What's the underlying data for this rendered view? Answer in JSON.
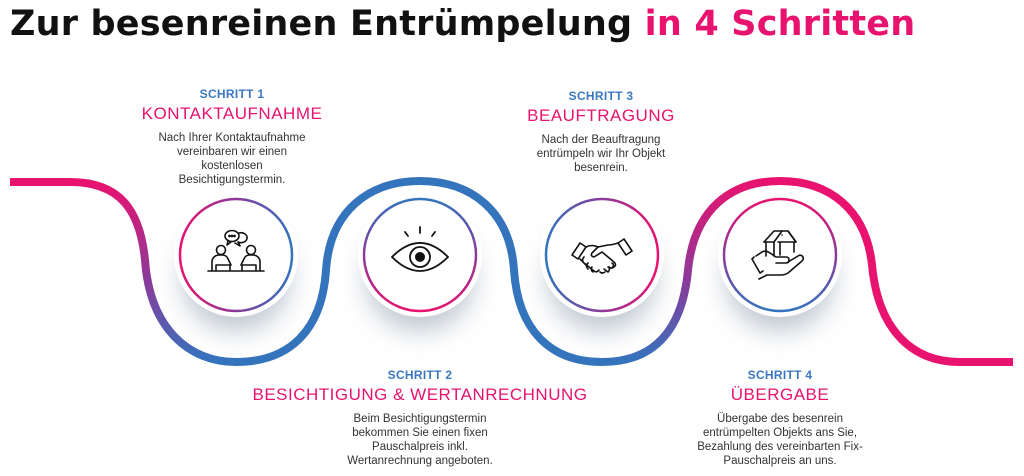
{
  "title": {
    "main": "Zur besenreinen Entrümpelung",
    "accent": "in 4 Schritten"
  },
  "colors": {
    "pink": "#e8136f",
    "blue": "#3474bd",
    "purple": "#8a3a9a",
    "text": "#333333",
    "heading": "#111111"
  },
  "steps": [
    {
      "number": "SCHRITT 1",
      "heading": "KONTAKTAUFNAHME",
      "description": "Nach Ihrer Kontaktaufnahme\nvereinbaren wir einen\nkostenlosen\nBesichtigungstermin.",
      "icon": "meeting-chat-icon"
    },
    {
      "number": "SCHRITT 2",
      "heading": "BESICHTIGUNG & WERTANRECHNUNG",
      "description": "Beim Besichtigungstermin\nbekommen Sie einen fixen\nPauschalpreis inkl.\nWertanrechnung angeboten.",
      "icon": "eye-icon"
    },
    {
      "number": "SCHRITT 3",
      "heading": "BEAUFTRAGUNG",
      "description": "Nach der Beauftragung\nentrümpeln wir Ihr Objekt\nbesenrein.",
      "icon": "handshake-icon"
    },
    {
      "number": "SCHRITT 4",
      "heading": "ÜBERGABE",
      "description": "Übergabe des besenrein\nentrümpelten Objekts ans Sie,\nBezahlung des vereinbarten Fix-\nPauschalpreis an uns.",
      "icon": "house-in-hand-icon"
    }
  ]
}
